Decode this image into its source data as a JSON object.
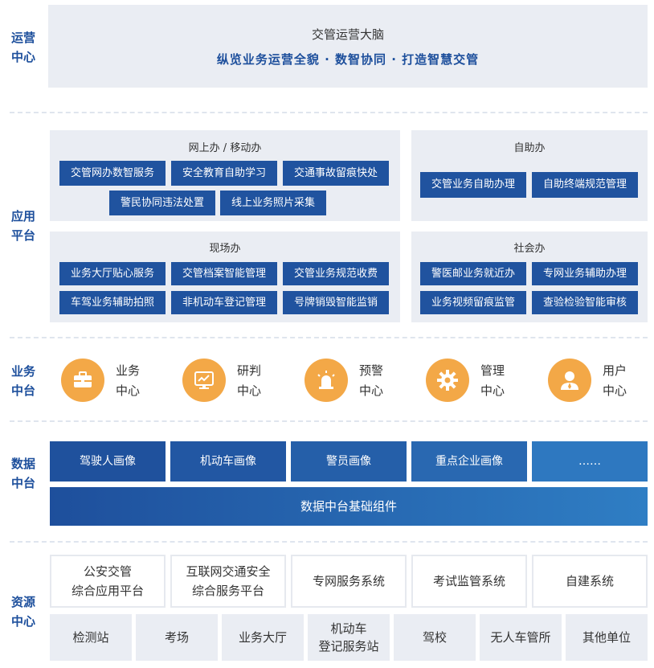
{
  "layers": {
    "ops": {
      "label_1": "运营",
      "label_2": "中心",
      "title": "交管运营大脑",
      "subtitle": "纵览业务运营全貌 · 数智协同 · 打造智慧交管"
    },
    "app": {
      "label_1": "应用",
      "label_2": "平台"
    },
    "biz": {
      "label_1": "业务",
      "label_2": "中台"
    },
    "data": {
      "label_1": "数据",
      "label_2": "中台"
    },
    "res": {
      "label_1": "资源",
      "label_2": "中心"
    }
  },
  "app_panels": {
    "online": {
      "title": "网上办 / 移动办",
      "items": [
        "交管网办数智服务",
        "安全教育自助学习",
        "交通事故留痕快处",
        "警民协同违法处置",
        "线上业务照片采集"
      ]
    },
    "self": {
      "title": "自助办",
      "items": [
        "交管业务自助办理",
        "自助终端规范管理"
      ]
    },
    "onsite": {
      "title": "现场办",
      "items": [
        "业务大厅贴心服务",
        "交管档案智能管理",
        "交管业务规范收费",
        "车驾业务辅助拍照",
        "非机动车登记管理",
        "号牌销毁智能监销"
      ]
    },
    "social": {
      "title": "社会办",
      "items": [
        "警医邮业务就近办",
        "专网业务辅助办理",
        "业务视频留痕监管",
        "查验检验智能审核"
      ]
    }
  },
  "biz_centers": [
    {
      "line1": "业务",
      "line2": "中心",
      "icon": "briefcase-icon"
    },
    {
      "line1": "研判",
      "line2": "中心",
      "icon": "chart-monitor-icon"
    },
    {
      "line1": "预警",
      "line2": "中心",
      "icon": "alarm-light-icon"
    },
    {
      "line1": "管理",
      "line2": "中心",
      "icon": "gear-icon"
    },
    {
      "line1": "用户",
      "line2": "中心",
      "icon": "user-icon"
    }
  ],
  "data_profiles": [
    "驾驶人画像",
    "机动车画像",
    "警员画像",
    "重点企业画像",
    "……"
  ],
  "data_base": "数据中台基础组件",
  "resource_systems": [
    {
      "line1": "公安交管",
      "line2": "综合应用平台"
    },
    {
      "line1": "互联网交通安全",
      "line2": "综合服务平台"
    },
    {
      "line1": "专网服务系统",
      "line2": ""
    },
    {
      "line1": "考试监管系统",
      "line2": ""
    },
    {
      "line1": "自建系统",
      "line2": ""
    }
  ],
  "resource_units": [
    {
      "line1": "检测站",
      "line2": ""
    },
    {
      "line1": "考场",
      "line2": ""
    },
    {
      "line1": "业务大厅",
      "line2": ""
    },
    {
      "line1": "机动车",
      "line2": "登记服务站"
    },
    {
      "line1": "驾校",
      "line2": ""
    },
    {
      "line1": "无人车管所",
      "line2": ""
    },
    {
      "line1": "其他单位",
      "line2": ""
    }
  ],
  "colors": {
    "primary_blue": "#20539f",
    "accent_orange": "#f3a847",
    "panel_bg": "#eaedf3"
  }
}
